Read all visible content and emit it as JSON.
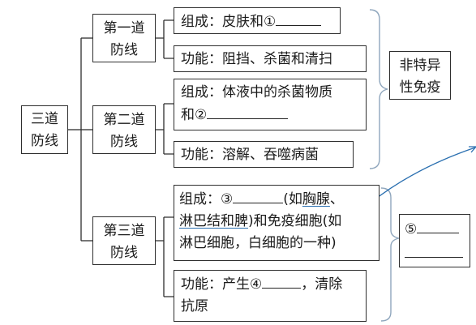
{
  "root": {
    "line1": "三道",
    "line2": "防线"
  },
  "first": {
    "title1": "第一道",
    "title2": "防线",
    "comp_prefix": "组成：皮肤和",
    "comp_num": "①",
    "func": "功能：阻挡、杀菌和清扫"
  },
  "second": {
    "title1": "第二道",
    "title2": "防线",
    "comp_line1": "组成：体液中的杀菌物质",
    "comp_line2_prefix": "和",
    "comp_num": "②",
    "func": "功能：溶解、吞噬病菌"
  },
  "third": {
    "title1": "第三道",
    "title2": "防线",
    "comp_prefix": "组成：",
    "comp_num": "③",
    "comp_paren_open": "(如",
    "comp_u1": "胸腺",
    "comp_sep": "、",
    "comp_u2": "淋巴结和脾",
    "comp_rest": ")和免疫细胞(如",
    "comp_line3": "淋巴细胞，白细胞的一种)",
    "func_prefix": "功能：产生",
    "func_num": "④",
    "func_suffix": "，清除",
    "func_line2": "抗原"
  },
  "nonspecific": {
    "line1": "非特异",
    "line2": "性免疫"
  },
  "specific_blank": {
    "num": "⑤"
  },
  "colors": {
    "line": "#2e2e2e",
    "brace": "#8fa6bd",
    "arrow": "#2a6fb0"
  }
}
